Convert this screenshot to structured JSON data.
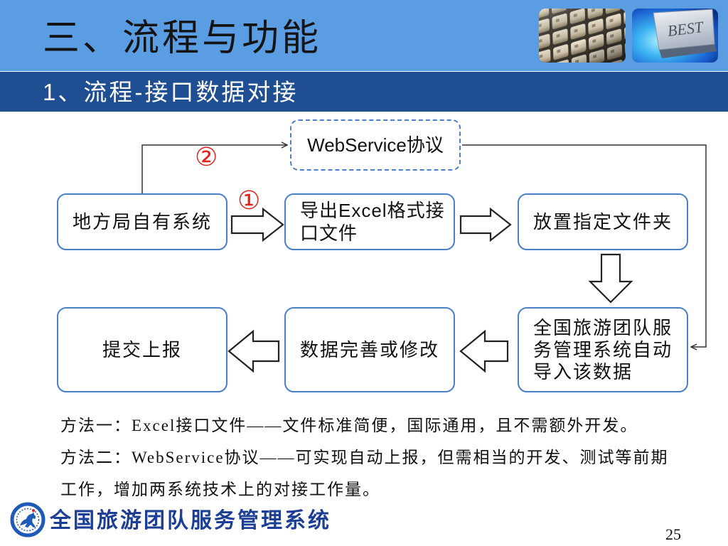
{
  "colors": {
    "header_band": "#5b9de2",
    "subtitle_band": "#1f4f92",
    "box_border": "#4a80c8",
    "step_marker": "#e3221c",
    "footer_brand": "#1c3f95"
  },
  "slide": {
    "title": "三、流程与功能",
    "subtitle": "1、流程-接口数据对接",
    "page_number": "25"
  },
  "header_images": {
    "best_key_label": "BEST"
  },
  "flowchart": {
    "webservice_protocol": "WebService协议",
    "step_markers": {
      "step_1": "①",
      "step_2": "②"
    },
    "local_system": "地方局自有系统",
    "export_excel_file": [
      "导出Excel格式接",
      "口文件"
    ],
    "place_in_folder": "放置指定文件夹",
    "auto_import": [
      "全国旅游团队服",
      "务管理系统自动",
      "导入该数据"
    ],
    "refine_or_modify": "数据完善或修改",
    "submit_report": "提交上报"
  },
  "methods": {
    "lines": [
      "方法一：Excel接口文件——文件标准简便，国际通用，且不需额外开发。",
      "方法二：WebService协议——可实现自动上报，但需相当的开发、测试等前期",
      "工作，增加两系统技术上的对接工作量。"
    ]
  },
  "footer": {
    "brand": "全国旅游团队服务管理系统"
  }
}
